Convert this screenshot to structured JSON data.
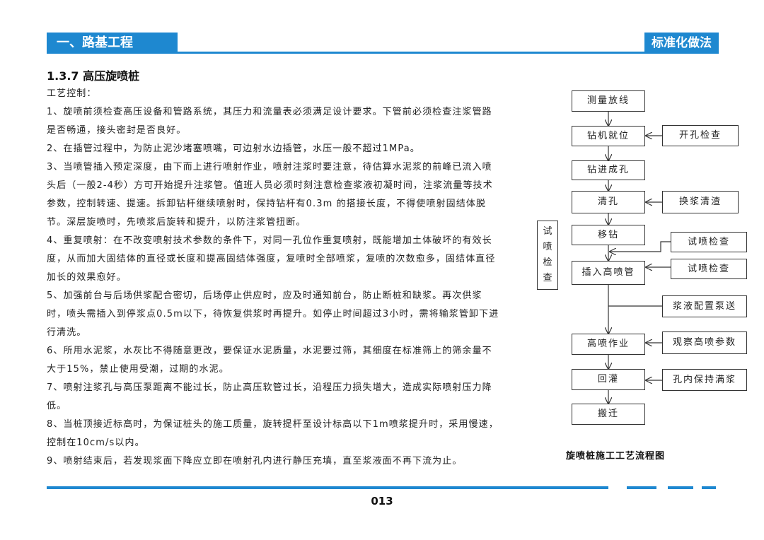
{
  "header": {
    "chapter": "一、路基工程",
    "tag": "标准化做法"
  },
  "section": {
    "title": "1.3.7 高压旋喷桩",
    "subheading": "工艺控制：",
    "paragraphs": [
      "1、旋喷前须检查高压设备和管路系统，其压力和流量表必须满足设计要求。下管前必须检查注浆管路是否畅通，接头密封是否良好。",
      "2、在插管过程中，为防止泥沙堵塞喷嘴，可边射水边插管，水压一般不超过1MPa。",
      "3、当喷管插入预定深度，由下而上进行喷射作业，喷射注浆时要注意，待估算水泥浆的前峰已流入喷头后（一般2-4秒）方可开始提升注浆管。值班人员必须时刻注意检查浆液初凝时间，注浆流量等技术参数，控制转速、提速。拆卸钻杆继续喷射时，保持钻杆有0.3m 的搭接长度，不得使喷射固结体脱节。深层旋喷时，先喷浆后旋转和提升，以防注浆管扭断。",
      "4、重复喷射：在不改变喷射技术参数的条件下，对同一孔位作重复喷射，既能增加土体破坏的有效长度，从而加大固结体的直径或长度和提高固结体强度，复喷时全部喷浆，复喷的次数愈多，固结体直径加长的效果愈好。",
      "5、加强前台与后场供浆配合密切，后场停止供应时，应及时通知前台，防止断桩和缺浆。再次供浆时，喷头需插入到停浆点0.5m以下，待恢复供浆时再提升。如停止时间超过3小时，需将输浆管卸下进行清洗。",
      "6、所用水泥浆，水灰比不得随意更改，要保证水泥质量，水泥要过筛，其细度在标准筛上的筛余量不大于15%，禁止使用受潮，过期的水泥。",
      "7、喷射注浆孔与高压泵距离不能过长，防止高压软管过长，沿程压力损失增大，造成实际喷射压力降低。",
      "8、当桩顶接近标高时，为保证桩头的施工质量，旋转提杆至设计标高以下1m喷浆提升时，采用慢速，控制在10cm/s以内。",
      "9、喷射结束后，若发现浆面下降应立即在喷射孔内进行静压充填，直至浆液面不再下流为止。"
    ]
  },
  "flowchart": {
    "steps": [
      "测量放线",
      "钻机就位",
      "钻进成孔",
      "清孔",
      "移钻",
      "插入高喷管",
      "高喷作业",
      "回灌",
      "搬迁"
    ],
    "side_checks": {
      "kaikong": "开孔检查",
      "huanjiang": "换浆清渣",
      "shipen1": "试喷检查",
      "shipen2": "试喷检查",
      "jiangye": "浆液配置泵送",
      "guancha": "观察高喷参数",
      "kongnei": "孔内保持满浆"
    },
    "vertical_label": [
      "试",
      "喷",
      "检",
      "查"
    ],
    "caption": "旋喷桩施工工艺流程图"
  },
  "footer": {
    "page_number": "013"
  },
  "colors": {
    "accent": "#1e88d0"
  }
}
